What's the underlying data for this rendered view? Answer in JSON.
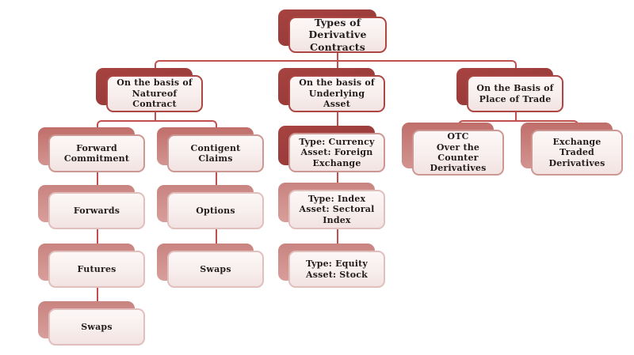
{
  "diagram": {
    "root": "Types of\nDerivative\nContracts",
    "branch_nature": {
      "label": "On the basis of\nNatureof\nContract",
      "forward_chain": [
        "Forward\nCommitment",
        "Forwards",
        "Futures",
        "Swaps"
      ],
      "contingent_chain": [
        "Contigent\nClaims",
        "Options",
        "Swaps"
      ]
    },
    "branch_underlying": {
      "label": "On the basis of\nUnderlying\nAsset",
      "chain": [
        "Type: Currency\nAsset: Foreign\nExchange",
        "Type: Index\nAsset: Sectoral\nIndex",
        "Type: Equity\nAsset: Stock"
      ]
    },
    "branch_place": {
      "label": "On the Basis of\nPlace of Trade",
      "otc": "OTC\nOver the\nCounter\nDerivatives",
      "exchange": "Exchange\nTraded\nDerivatives"
    },
    "colors": {
      "shadow_dark": "#9A3C3A",
      "shadow_rose": "#CE8B87",
      "box_fill": "#F7EEED",
      "connector": "#C0504D",
      "text": "#241D1D"
    }
  }
}
